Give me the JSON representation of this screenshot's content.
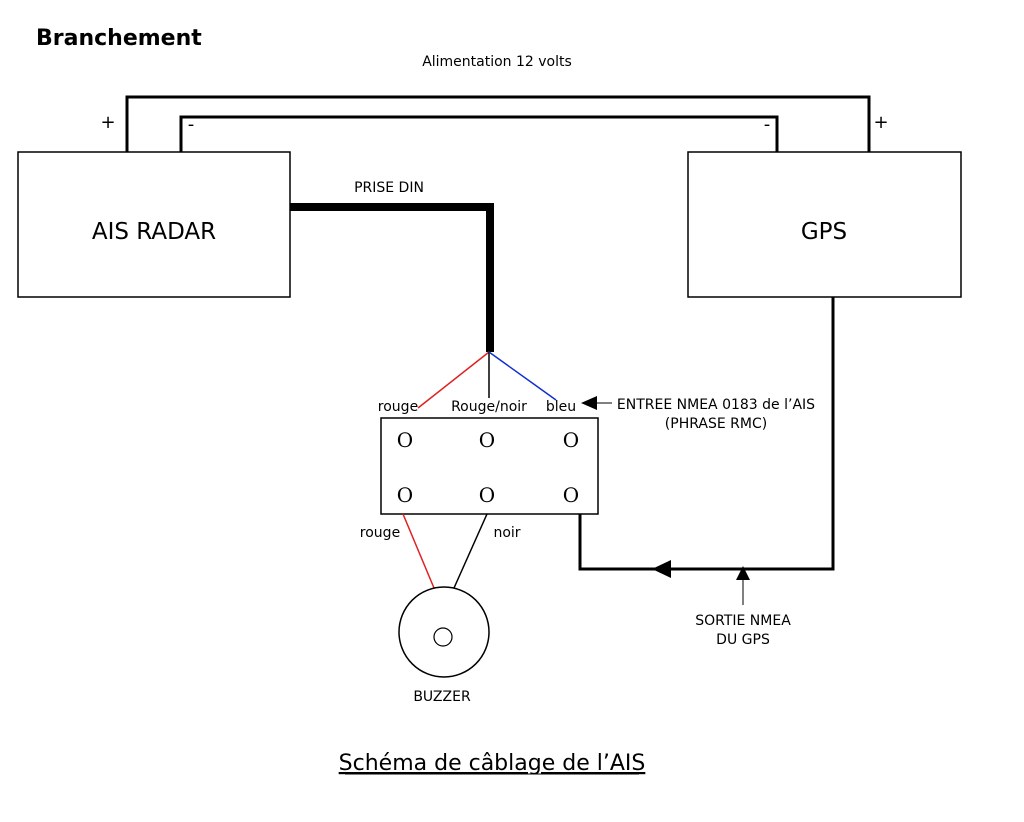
{
  "heading": "Branchement",
  "power_label": "Alimentation 12 volts",
  "plus_sign": "+",
  "minus_sign": "-",
  "ais_box_label": "AIS RADAR",
  "gps_box_label": "GPS",
  "din_label": "PRISE DIN",
  "wire_labels": {
    "rouge": "rouge",
    "rouge_noir": "Rouge/noir",
    "bleu": "bleu",
    "rouge_bottom": "rouge",
    "noir": "noir"
  },
  "terminal_glyph": "O",
  "nmea_in": {
    "line1": "ENTREE NMEA 0183 de l’AIS",
    "line2": "(PHRASE RMC)"
  },
  "nmea_out": {
    "line1": "SORTIE NMEA",
    "line2": "DU GPS"
  },
  "buzzer_label": "BUZZER",
  "caption": "Schéma de câblage de l’AIS",
  "colors": {
    "wire_red": "#e02020",
    "wire_blue": "#1030d0",
    "line": "#000000"
  }
}
